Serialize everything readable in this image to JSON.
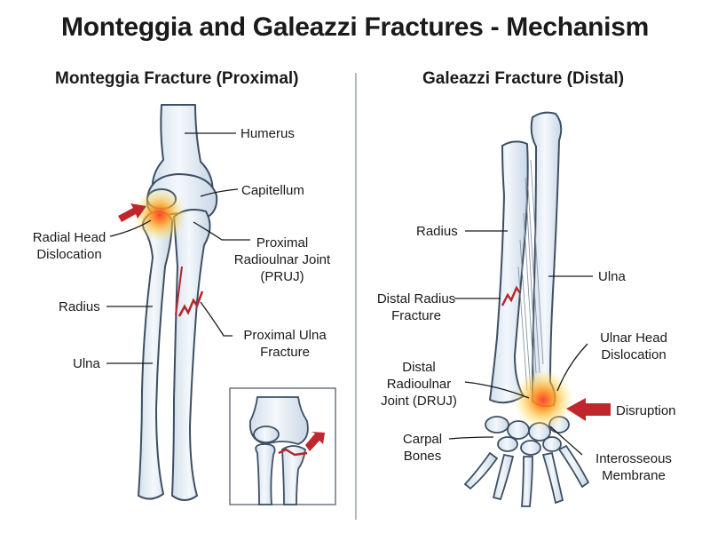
{
  "title": "Monteggia and Galeazzi Fractures - Mechanism",
  "panels": {
    "left": {
      "title": "Monteggia Fracture (Proximal)",
      "labels": {
        "humerus": "Humerus",
        "capitellum": "Capitellum",
        "radial_head_1": "Radial Head",
        "radial_head_2": "Dislocation",
        "pruj_1": "Proximal",
        "pruj_2": "Radioulnar Joint",
        "pruj_3": "(PRUJ)",
        "radius": "Radius",
        "ulna_fx_1": "Proximal Ulna",
        "ulna_fx_2": "Fracture",
        "ulna": "Ulna"
      }
    },
    "right": {
      "title": "Galeazzi Fracture (Distal)",
      "labels": {
        "radius": "Radius",
        "ulna": "Ulna",
        "distal_radius_1": "Distal Radius",
        "distal_radius_2": "Fracture",
        "ulnar_head_1": "Ulnar Head",
        "ulnar_head_2": "Dislocation",
        "druj_1": "Distal",
        "druj_2": "Radioulnar",
        "druj_3": "Joint (DRUJ)",
        "disruption": "Disruption",
        "carpal_1": "Carpal",
        "carpal_2": "Bones",
        "interosseous_1": "Interosseous",
        "interosseous_2": "Membrane"
      }
    }
  },
  "colors": {
    "bone_fill": "#e6eef6",
    "bone_stroke": "#3d4f63",
    "fracture": "#b3262b",
    "arrow": "#c0262d",
    "glow": "#ffb020"
  }
}
